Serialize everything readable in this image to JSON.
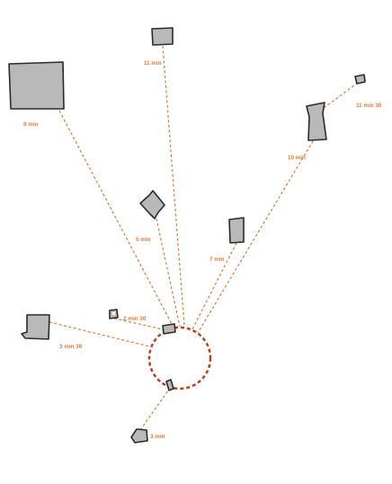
{
  "colors": {
    "route": "#e07a3a",
    "circle": "#b7411f",
    "building_fill": "#b9b9b9",
    "building_stroke": "#2b2b2b",
    "label": "#e07a3a",
    "background": "#ffffff"
  },
  "labels": {
    "b1": "9 min",
    "b2": "11 min",
    "b3": "11 min 30",
    "b4": "10 min",
    "b5": "5 min",
    "b6": "7 min",
    "b7": "2 min 30",
    "b8": "3 min 30",
    "b9": "3 min"
  }
}
